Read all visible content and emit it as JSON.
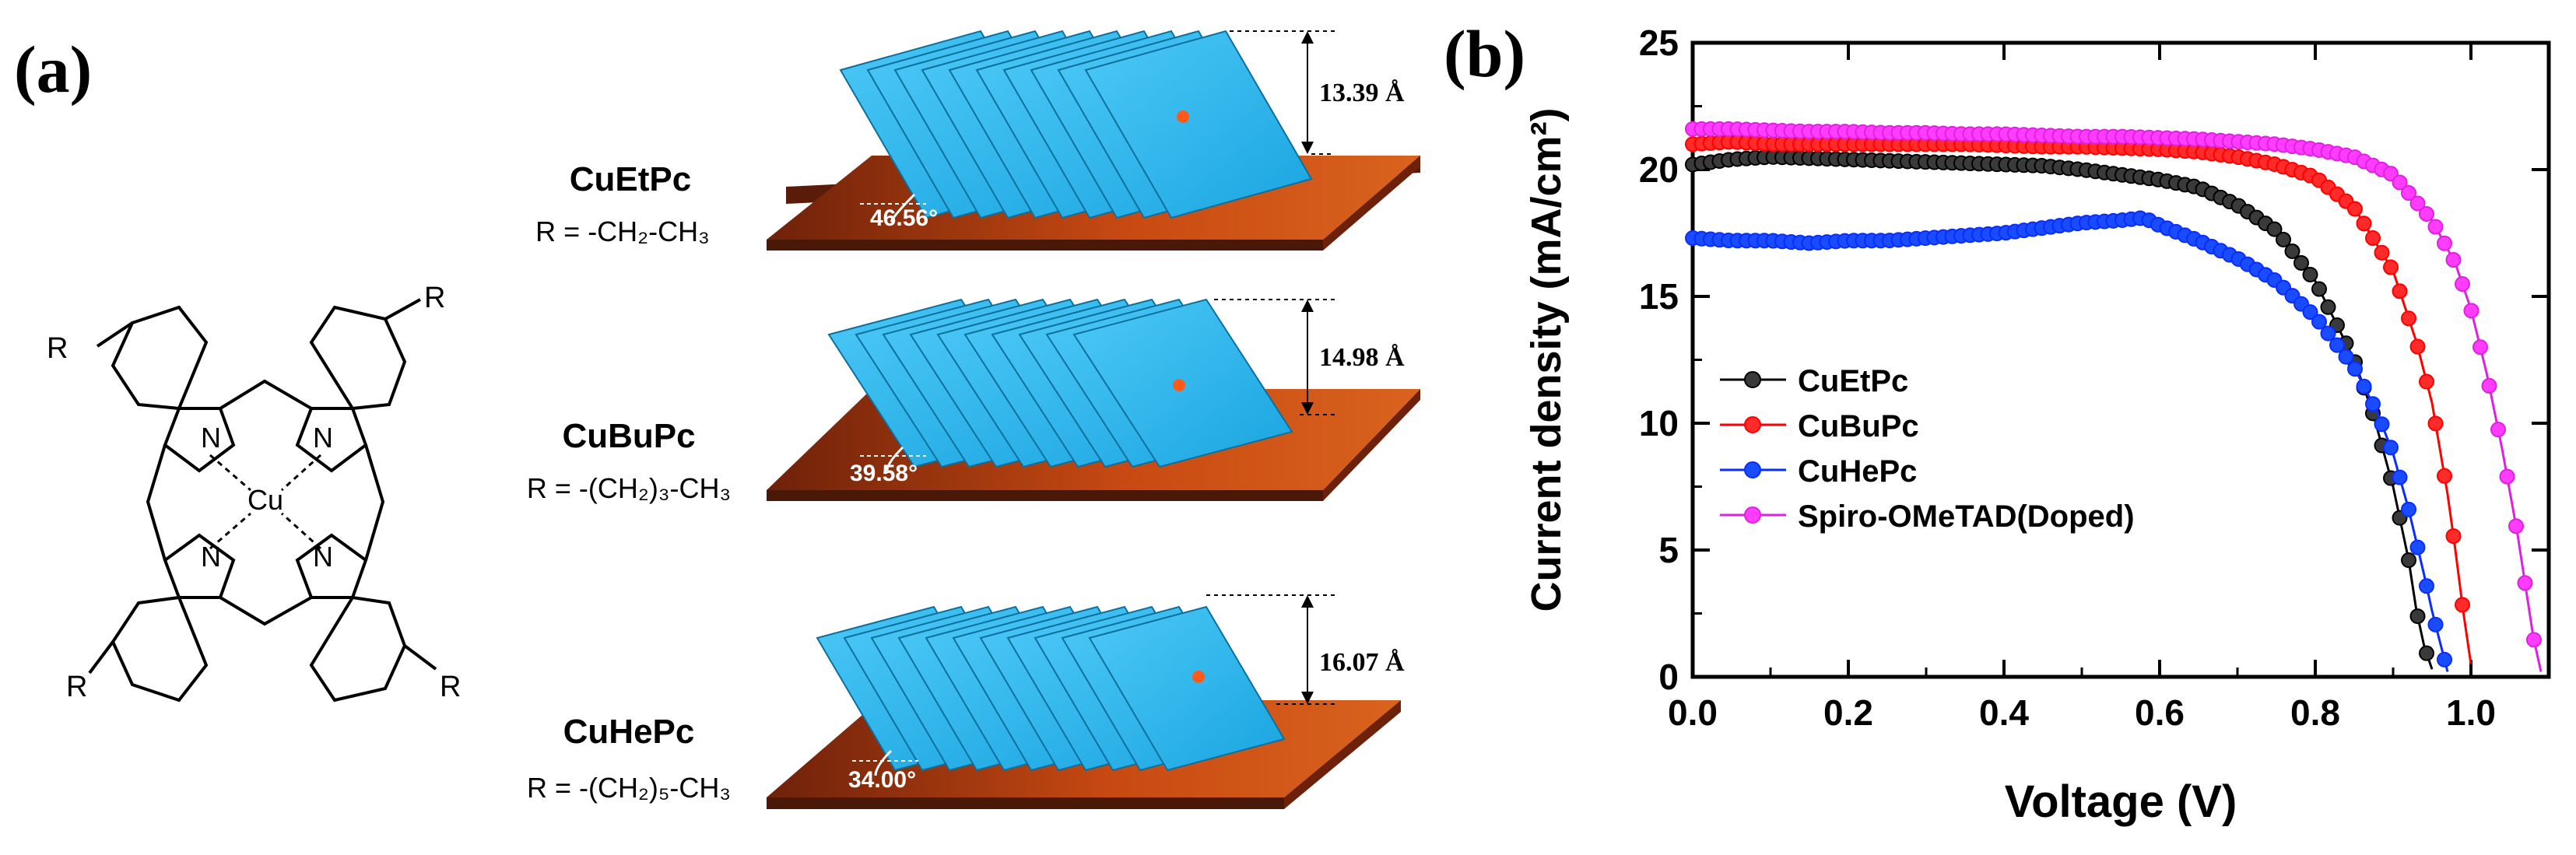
{
  "panel_a": {
    "label": "(a)",
    "molecule": {
      "r_label": "R",
      "n_label": "N",
      "cu_label": "Cu"
    },
    "compounds": [
      {
        "name": "CuEtPc",
        "r_formula": "R = -CH₂-CH₃",
        "angle": "46.56°",
        "height": "13.39 Å"
      },
      {
        "name": "CuBuPc",
        "r_formula": "R = -(CH₂)₃-CH₃",
        "angle": "39.58°",
        "height": "14.98 Å"
      },
      {
        "name": "CuHePc",
        "r_formula": "R = -(CH₂)₅-CH₃",
        "angle": "34.00°",
        "height": "16.07 Å"
      }
    ],
    "colors": {
      "stack": "#29b6f0",
      "stack_edge": "#0d6f9c",
      "substrate": "#c84a12",
      "substrate_dark": "#6e210a"
    }
  },
  "panel_b": {
    "label": "(b)"
  },
  "chart_data": {
    "type": "line",
    "xlabel": "Voltage (V)",
    "ylabel": "Current density (mA/cm²)",
    "xlim": [
      0.0,
      1.1
    ],
    "ylim": [
      0,
      25
    ],
    "xticks": [
      "0.0",
      "0.2",
      "0.4",
      "0.6",
      "0.8",
      "1.0"
    ],
    "yticks": [
      "0",
      "5",
      "10",
      "15",
      "20",
      "25"
    ],
    "legend_position": "bottom-left",
    "series": [
      {
        "name": "CuEtPc",
        "color": "#000000",
        "marker_fill": "#3a3a3a",
        "x": [
          0.0,
          0.05,
          0.1,
          0.15,
          0.2,
          0.25,
          0.3,
          0.35,
          0.4,
          0.45,
          0.5,
          0.55,
          0.6,
          0.65,
          0.7,
          0.75,
          0.8,
          0.85,
          0.875,
          0.9,
          0.92,
          0.93,
          0.94,
          0.95
        ],
        "y": [
          20.2,
          20.4,
          20.5,
          20.45,
          20.4,
          20.35,
          20.3,
          20.25,
          20.2,
          20.15,
          20.0,
          19.8,
          19.6,
          19.3,
          18.6,
          17.6,
          15.6,
          12.5,
          10.3,
          7.5,
          4.6,
          2.6,
          1.2,
          0.3
        ]
      },
      {
        "name": "CuBuPc",
        "color": "#ff0000",
        "marker_fill": "#ff2a2a",
        "x": [
          0.0,
          0.05,
          0.1,
          0.15,
          0.2,
          0.25,
          0.3,
          0.35,
          0.4,
          0.45,
          0.5,
          0.55,
          0.6,
          0.65,
          0.7,
          0.75,
          0.8,
          0.85,
          0.9,
          0.93,
          0.95,
          0.97,
          0.98,
          0.99,
          1.0
        ],
        "y": [
          21.0,
          21.1,
          21.0,
          21.0,
          21.0,
          21.0,
          21.0,
          21.0,
          20.95,
          20.9,
          20.9,
          20.85,
          20.8,
          20.7,
          20.5,
          20.2,
          19.7,
          18.5,
          16.0,
          13.2,
          10.8,
          7.2,
          5.0,
          2.6,
          0.5
        ]
      },
      {
        "name": "CuHePc",
        "color": "#0a2cff",
        "marker_fill": "#1a4cff",
        "x": [
          0.0,
          0.05,
          0.1,
          0.15,
          0.2,
          0.25,
          0.3,
          0.35,
          0.4,
          0.45,
          0.5,
          0.55,
          0.58,
          0.6,
          0.65,
          0.7,
          0.75,
          0.8,
          0.85,
          0.88,
          0.9,
          0.92,
          0.94,
          0.95,
          0.96,
          0.97
        ],
        "y": [
          17.3,
          17.2,
          17.2,
          17.1,
          17.2,
          17.2,
          17.3,
          17.4,
          17.5,
          17.7,
          17.9,
          18.0,
          18.1,
          17.8,
          17.2,
          16.5,
          15.6,
          14.2,
          12.2,
          10.4,
          8.8,
          6.6,
          4.0,
          2.6,
          1.4,
          0.2
        ]
      },
      {
        "name": "Spiro-OMeTAD(Doped)",
        "color": "#e020e0",
        "marker_fill": "#ff3cff",
        "x": [
          0.0,
          0.05,
          0.1,
          0.15,
          0.2,
          0.25,
          0.3,
          0.35,
          0.4,
          0.45,
          0.5,
          0.55,
          0.6,
          0.65,
          0.7,
          0.75,
          0.8,
          0.85,
          0.9,
          0.95,
          0.98,
          1.0,
          1.02,
          1.04,
          1.06,
          1.07,
          1.08,
          1.09
        ],
        "y": [
          21.6,
          21.6,
          21.55,
          21.5,
          21.5,
          21.45,
          21.45,
          21.4,
          21.4,
          21.35,
          21.3,
          21.3,
          21.25,
          21.2,
          21.1,
          21.0,
          20.8,
          20.5,
          19.8,
          18.0,
          16.3,
          14.5,
          12.0,
          9.0,
          5.6,
          3.6,
          1.6,
          0.2
        ]
      }
    ]
  }
}
